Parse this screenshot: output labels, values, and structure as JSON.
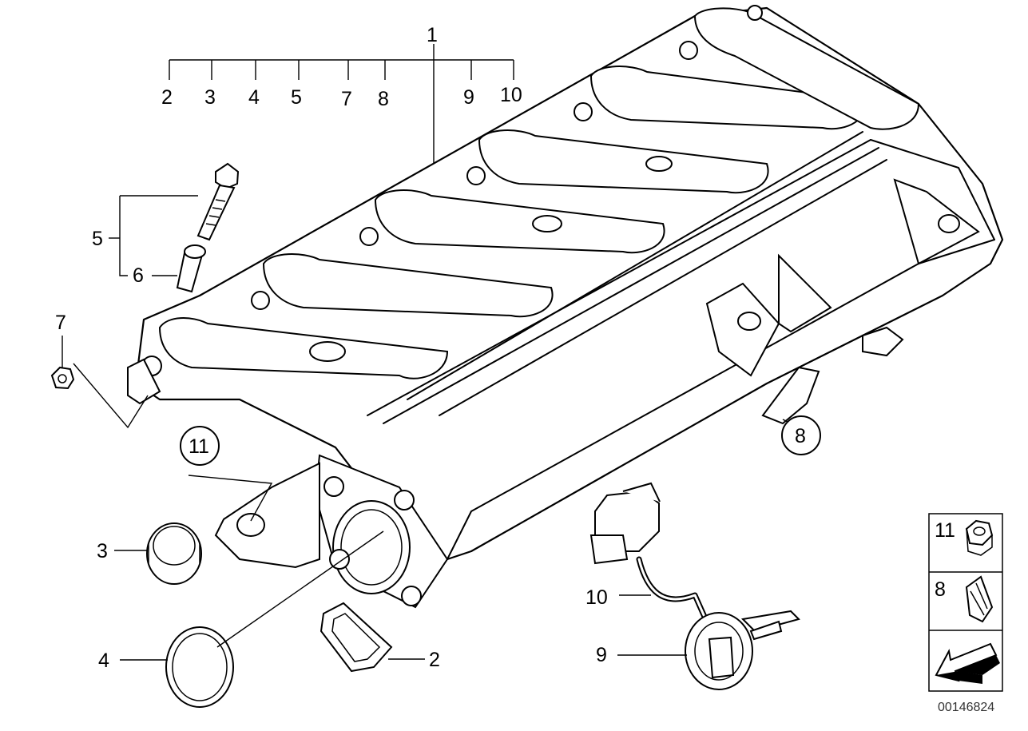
{
  "diagram": {
    "callouts": {
      "c1": "1",
      "c2_top": "2",
      "c3_top": "3",
      "c4_top": "4",
      "c5_top": "5",
      "c7_top": "7",
      "c8_top": "8",
      "c9_top": "9",
      "c10_top": "10",
      "c5_left": "5",
      "c6_left": "6",
      "c7_left": "7",
      "c11_circle": "11",
      "c8_circle": "8",
      "c3_left": "3",
      "c4_left": "4",
      "c2_right": "2",
      "c10_mid": "10",
      "c9_mid": "9"
    },
    "legend": {
      "box1_number": "11",
      "box2_number": "8"
    },
    "catalog_number": "00146824"
  }
}
